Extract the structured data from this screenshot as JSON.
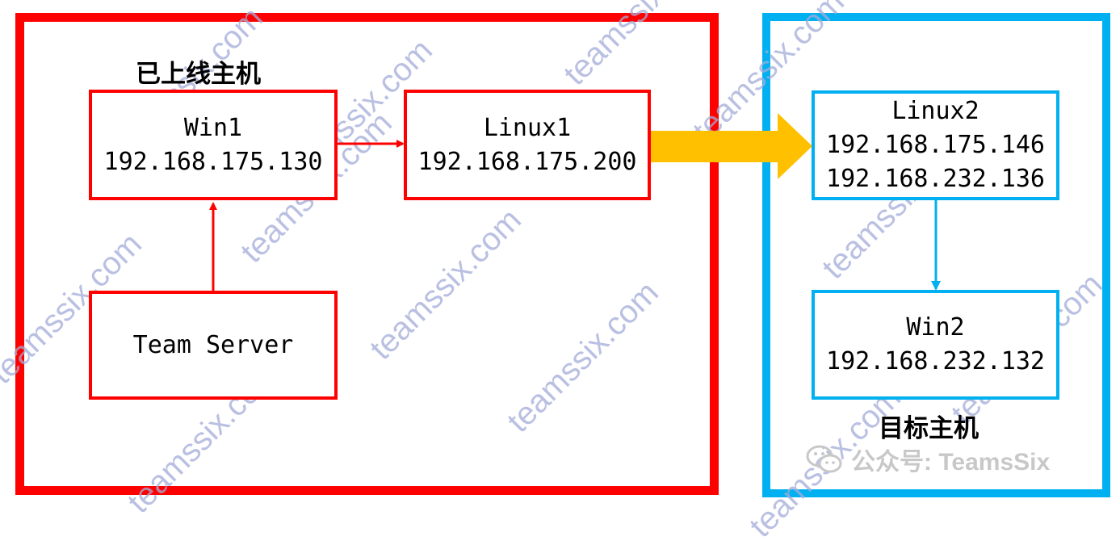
{
  "groups": {
    "online": {
      "title": "已上线主机",
      "color": "#ff0000"
    },
    "target": {
      "title": "目标主机",
      "color": "#00b0f0"
    }
  },
  "nodes": {
    "win1": {
      "name": "Win1",
      "ips": [
        "192.168.175.130"
      ]
    },
    "linux1": {
      "name": "Linux1",
      "ips": [
        "192.168.175.200"
      ]
    },
    "team_server": {
      "name": "Team Server",
      "ips": []
    },
    "linux2": {
      "name": "Linux2",
      "ips": [
        "192.168.175.146",
        "192.168.232.136"
      ]
    },
    "win2": {
      "name": "Win2",
      "ips": [
        "192.168.232.132"
      ]
    }
  },
  "connections": [
    {
      "from": "team_server",
      "to": "win1",
      "color": "#ff0000"
    },
    {
      "from": "win1",
      "to": "linux1",
      "color": "#ff0000"
    },
    {
      "from": "linux1",
      "to": "linux2",
      "color": "#ffc000"
    },
    {
      "from": "linux2",
      "to": "win2",
      "color": "#00b0f0"
    }
  ],
  "watermark": {
    "text": "teamssix.com",
    "color": "#a3acd9"
  },
  "footer": {
    "label": "公众号: TeamsSix",
    "icon": "wechat-icon"
  }
}
